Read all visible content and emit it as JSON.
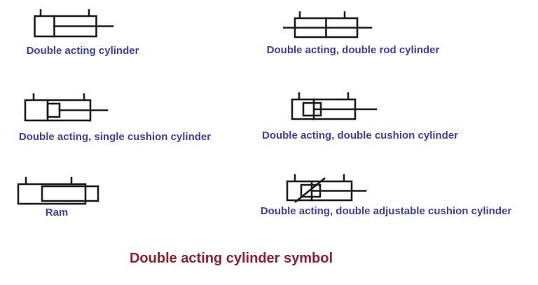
{
  "page": {
    "title": "Double acting cylinder symbol"
  },
  "colors": {
    "label_blue": "#3c3caa",
    "title_maroon": "#8e1e2d",
    "symbol_line": "#1b1b1b"
  },
  "symbols": [
    {
      "name": "double-acting-cylinder",
      "icon": "double-acting-cylinder-symbol-icon",
      "label": "Double acting cylinder"
    },
    {
      "name": "double-rod-cylinder",
      "icon": "double-rod-cylinder-symbol-icon",
      "label": "Double acting, double rod cylinder"
    },
    {
      "name": "single-cushion-cylinder",
      "icon": "single-cushion-cylinder-symbol-icon",
      "label": "Double acting, single cushion cylinder"
    },
    {
      "name": "double-cushion-cylinder",
      "icon": "double-cushion-cylinder-symbol-icon",
      "label": "Double acting, double cushion cylinder"
    },
    {
      "name": "ram",
      "icon": "ram-symbol-icon",
      "label": "Ram"
    },
    {
      "name": "double-adjustable-cushion-cylinder",
      "icon": "double-adjustable-cushion-cylinder-symbol-icon",
      "label": "Double acting, double adjustable cushion cylinder"
    }
  ]
}
